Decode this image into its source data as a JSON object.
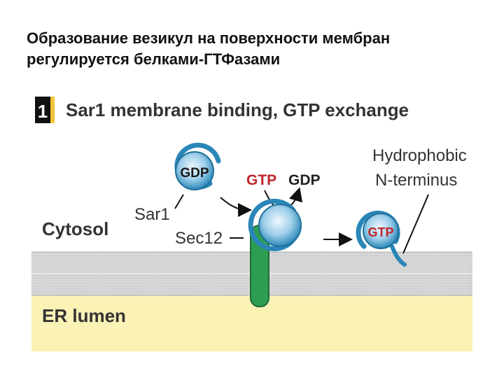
{
  "slide": {
    "title_line1": "Образование везикул на поверхности мембран",
    "title_line2": " регулируется белками-ГТФазами"
  },
  "panel": {
    "step_number": "1",
    "heading": "Sar1 membrane binding, GTP exchange"
  },
  "labels": {
    "gdp_free": "GDP",
    "gtp_in": "GTP",
    "gdp_out": "GDP",
    "gtp_bound": "GTP",
    "sar1": "Sar1",
    "sec12": "Sec12",
    "cytosol": "Cytosol",
    "er_lumen": "ER lumen",
    "hydrophobic_line1": "Hydrophobic",
    "hydrophobic_line2": "N-terminus"
  },
  "colors": {
    "protein_blue": "#2a86b8",
    "protein_light": "#cfe6f3",
    "sec12_green": "#2e9c52",
    "gtp_red": "#c0262d",
    "lumen_yellow": "#fbf2b6",
    "membrane_gray": "#d2d2d2"
  }
}
